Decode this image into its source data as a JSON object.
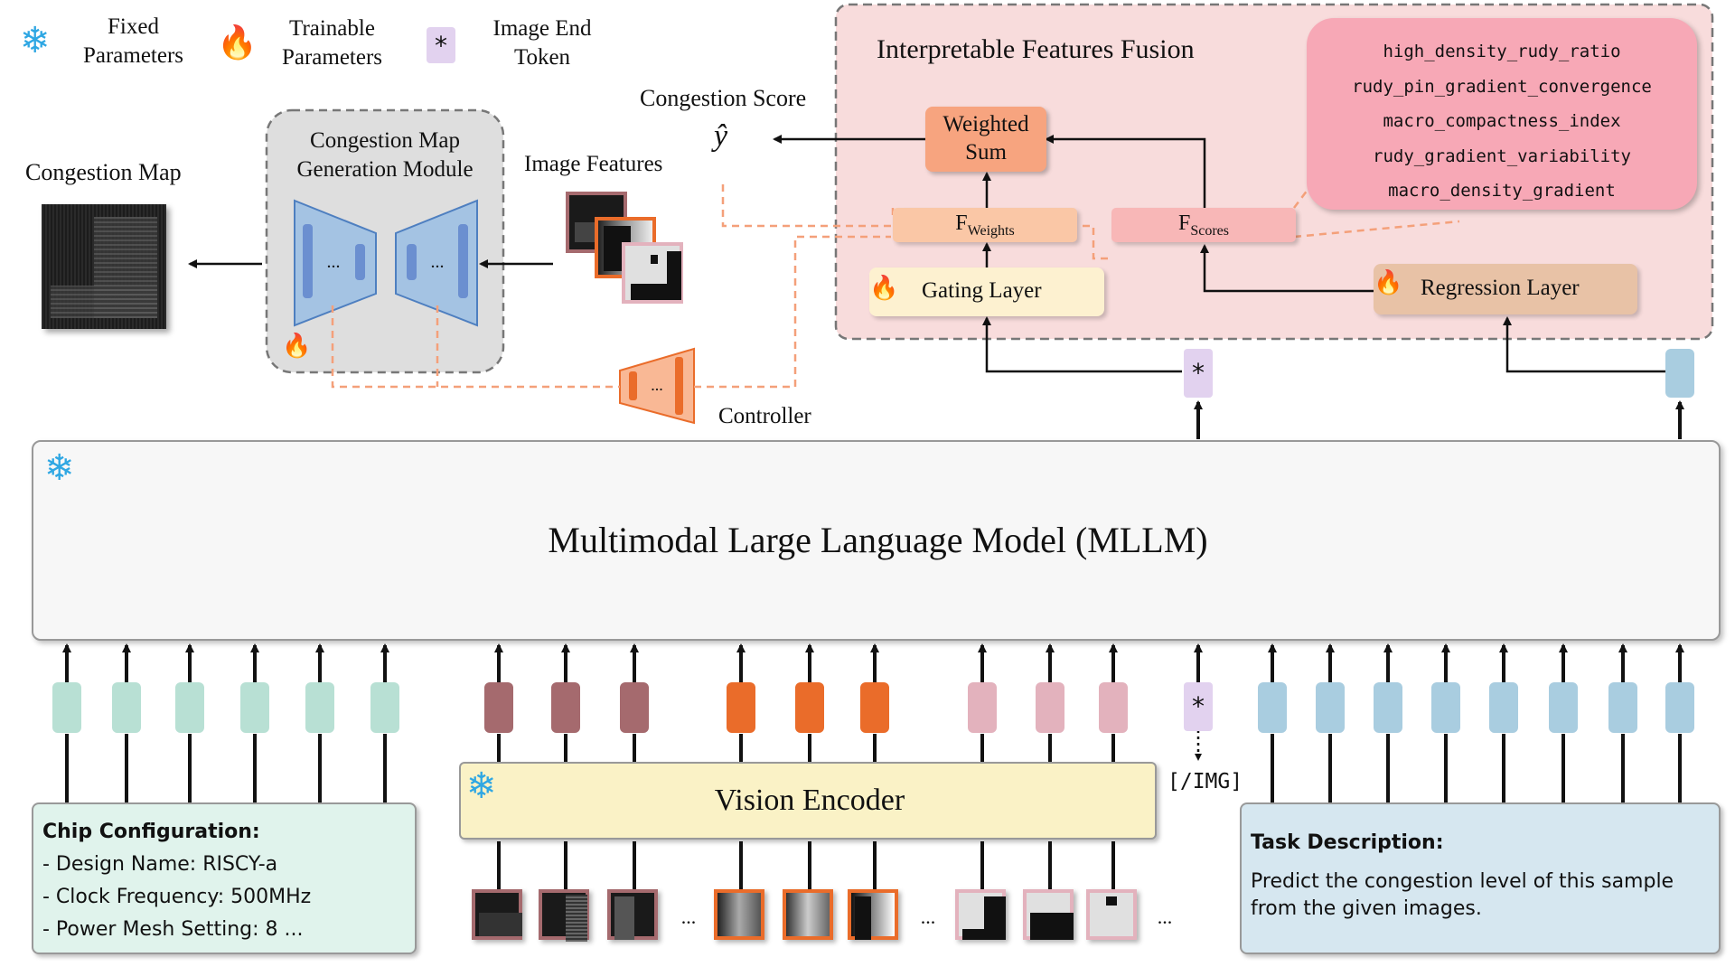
{
  "legend": {
    "fixed": "Fixed Parameters",
    "trainable": "Trainable Parameters",
    "image_end_token": "Image End Token",
    "fixed_line1": "Fixed",
    "fixed_line2": "Parameters",
    "trainable_line1": "Trainable",
    "trainable_line2": "Parameters",
    "image_end_line1": "Image End",
    "image_end_line2": "Token",
    "token_symbol": "*"
  },
  "congestion_map": {
    "label": "Congestion Map"
  },
  "generation_module": {
    "title_line1": "Congestion Map",
    "title_line2": "Generation Module",
    "ellipsis": "..."
  },
  "image_features": {
    "label": "Image Features"
  },
  "controller": {
    "label": "Controller",
    "ellipsis": "..."
  },
  "congestion_score": {
    "label": "Congestion Score",
    "symbol": "ŷ"
  },
  "fusion": {
    "title": "Interpretable Features Fusion",
    "weighted_sum_line1": "Weighted",
    "weighted_sum_line2": "Sum",
    "f_weights_main": "F",
    "f_weights_sub": "Weights",
    "f_scores_main": "F",
    "f_scores_sub": "Scores",
    "gating_layer": "Gating Layer",
    "regression_layer": "Regression Layer",
    "features": [
      "high_density_rudy_ratio",
      "rudy_pin_gradient_convergence",
      "macro_compactness_index",
      "rudy_gradient_variability",
      "macro_density_gradient"
    ]
  },
  "mllm": {
    "label": "Multimodal Large Language Model (MLLM)"
  },
  "vision_encoder": {
    "label": "Vision Encoder"
  },
  "img_end_tag": "[/IMG]",
  "ellipsis": "...",
  "chip_config": {
    "title": "Chip Configuration:",
    "lines": [
      "- Design Name:  RISCY-a",
      "- Clock Frequency:  500MHz",
      "- Power Mesh Setting: 8 ..."
    ]
  },
  "task": {
    "title": "Task Description:",
    "lines": [
      "Predict the congestion level of this sample",
      "from the given images."
    ]
  },
  "colors": {
    "text_token": "#b8e0d4",
    "img_token_1": "#a56a6e",
    "img_token_2": "#ea6c2a",
    "img_token_3": "#e3b2bd",
    "end_token": "#e2d2ef",
    "task_token": "#a9cde0",
    "fusion_bg": "#f8dcdc",
    "weighted_sum": "#f7a47f",
    "f_weights": "#fac7a6",
    "f_scores": "#f8b7b7",
    "gating": "#fdf1d0",
    "regression": "#e8c2a6",
    "feature_box": "#f7a8b6",
    "vision_encoder": "#faf2c6",
    "chip_box": "#e0f3ec",
    "task_box": "#d6e7f0",
    "mllm_box": "#f7f7f7",
    "module_bg": "#dedede",
    "unet_blue": "#a4c3e3",
    "unet_bar": "#6b8fd0",
    "dash_orange": "#f4a07a",
    "snow": "#2fa7e3",
    "fire": "#f25a24"
  }
}
